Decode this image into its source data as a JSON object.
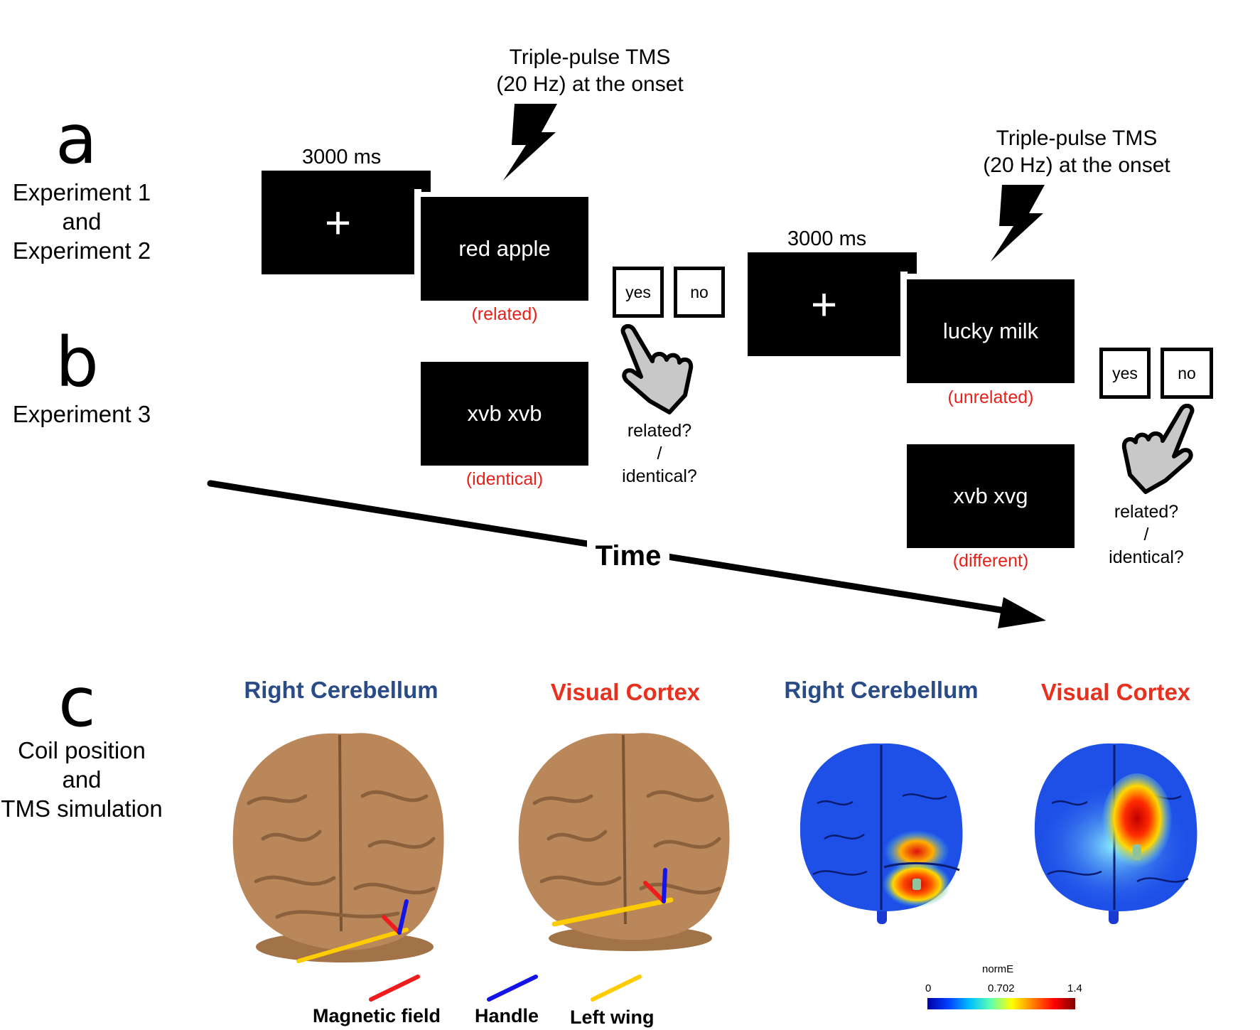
{
  "panel_a": {
    "letter": "a",
    "label_lines": [
      "Experiment 1",
      "and",
      "Experiment 2"
    ],
    "trial1": {
      "duration": "3000 ms",
      "fixation": "+",
      "tms_lines": [
        "Triple-pulse TMS",
        "(20 Hz) at the onset"
      ],
      "stimulus": "red apple",
      "condition": "(related)"
    },
    "trial2": {
      "duration": "3000 ms",
      "fixation": "+",
      "tms_lines": [
        "Triple-pulse TMS",
        "(20 Hz) at the onset"
      ],
      "stimulus": "lucky milk",
      "condition": "(unrelated)"
    }
  },
  "panel_b": {
    "letter": "b",
    "label": "Experiment 3",
    "trial1": {
      "stimulus": "xvb xvb",
      "condition": "(identical)"
    },
    "trial2": {
      "stimulus": "xvb xvg",
      "condition": "(different)"
    }
  },
  "response": {
    "yes": "yes",
    "no": "no",
    "question_lines": [
      "related?",
      "/",
      "identical?"
    ]
  },
  "time_label": "Time",
  "panel_c": {
    "letter": "c",
    "label_lines": [
      "Coil position",
      "and",
      "TMS simulation"
    ],
    "titles": [
      {
        "text": "Right Cerebellum",
        "color": "#2a4c86"
      },
      {
        "text": "Visual Cortex",
        "color": "#e8301e"
      },
      {
        "text": "Right Cerebellum",
        "color": "#2a4c86"
      },
      {
        "text": "Visual Cortex",
        "color": "#e8301e"
      }
    ],
    "legend": [
      {
        "label": "Magnetic field",
        "color": "#ee1c1c"
      },
      {
        "label": "Handle",
        "color": "#1414e6"
      },
      {
        "label": "Left wing",
        "color": "#ffcc00"
      }
    ],
    "colorbar": {
      "title": "normE",
      "min": "0",
      "mid": "0.702",
      "max": "1.4"
    }
  },
  "colors": {
    "condition_text": "#e8201a",
    "brain_tan": "#b9875a",
    "title_blue": "#2a4c86",
    "title_red": "#e8301e"
  }
}
